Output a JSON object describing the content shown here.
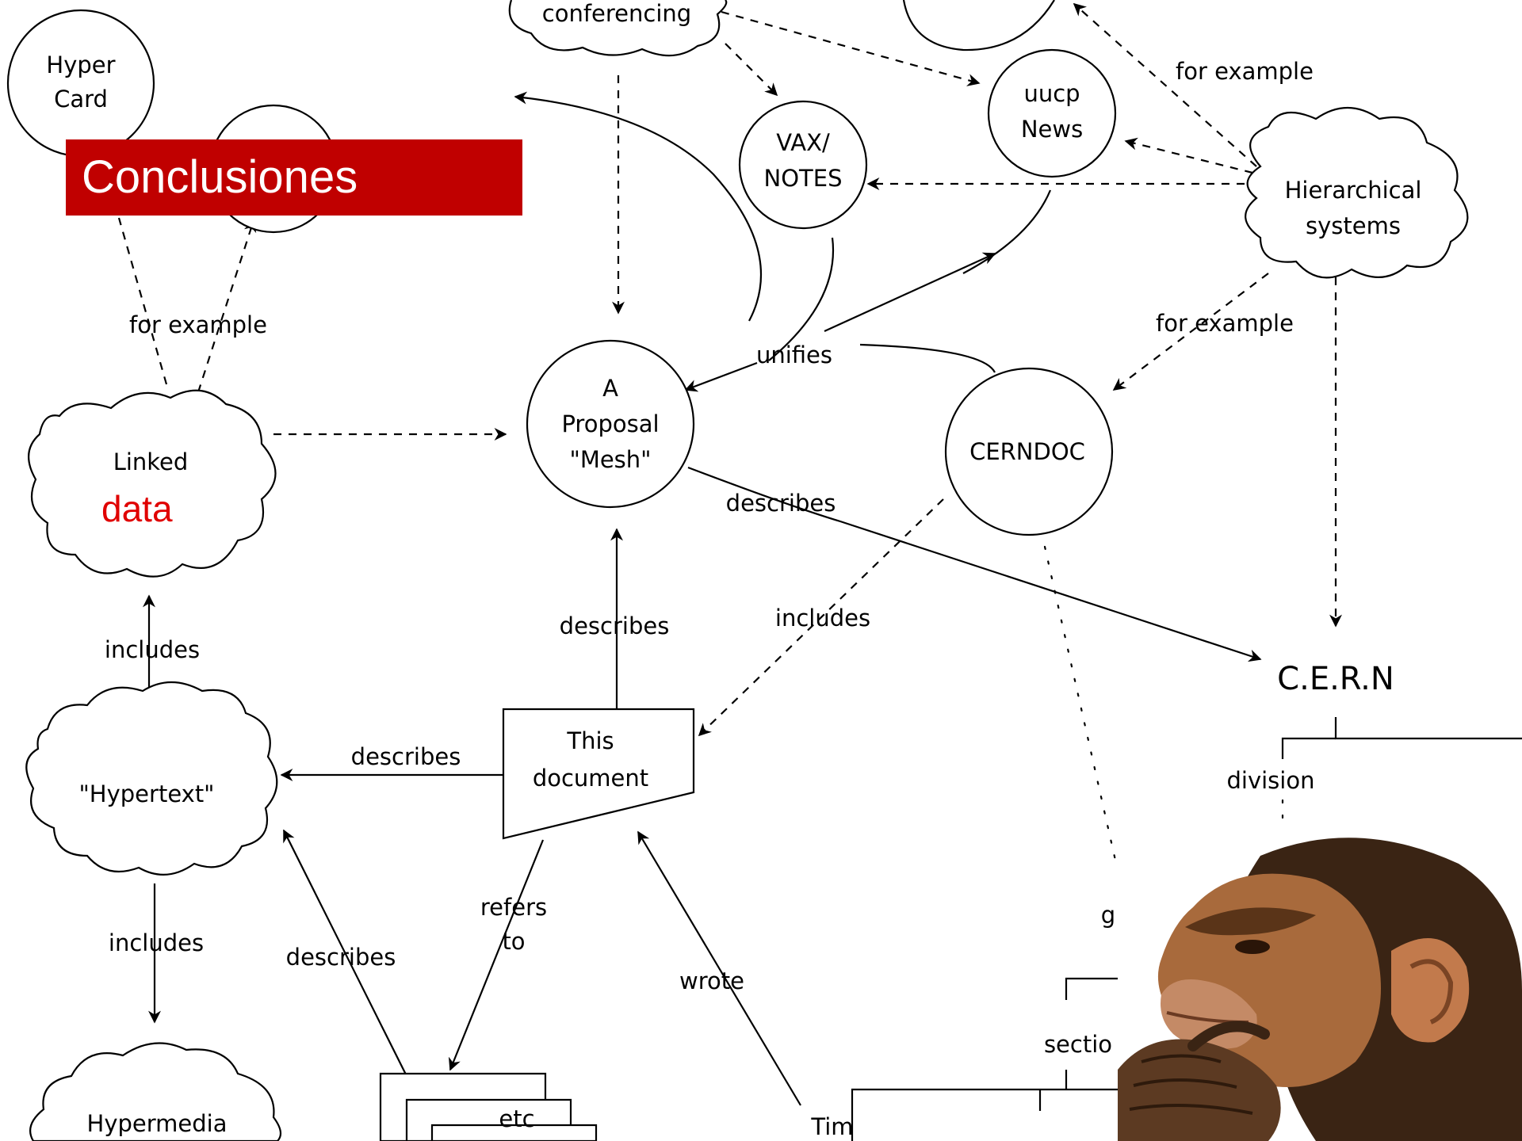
{
  "title": "Conclusiones",
  "nodes": {
    "conferencing": "conferencing",
    "hypercard": [
      "Hyper",
      "Card"
    ],
    "vax_notes": [
      "VAX/",
      "NOTES"
    ],
    "uucp_news": [
      "uucp",
      "News"
    ],
    "hierarchical": [
      "Hierarchical",
      "systems"
    ],
    "proposal": [
      "A",
      "Proposal",
      "\"Mesh\""
    ],
    "cerndoc": "CERNDOC",
    "linked": "Linked",
    "linked_overlay": "data",
    "hypertext": "\"Hypertext\"",
    "hypermedia": "Hypermedia",
    "this_document": [
      "This",
      "document"
    ],
    "cern": "C.E.R.N",
    "tim": "Tim",
    "etc": "etc",
    "division": "division",
    "section": "sectio",
    "g_fragment": "g"
  },
  "edge_labels": {
    "for_example_top_right": "for example",
    "for_example_left": "for example",
    "for_example_right": "for example",
    "unifies": "unifies",
    "describes_proposal_cern": "describes",
    "describes_doc_proposal": "describes",
    "includes_cerndoc": "includes",
    "includes_linked": "includes",
    "describes_doc_hypertext": "describes",
    "includes_hypermedia": "includes",
    "describes_etc_hypertext": "describes",
    "refers": "refers",
    "to": "to",
    "wrote": "wrote"
  },
  "colors": {
    "banner": "#c00000",
    "banner_text": "#ffffff",
    "overlay_text": "#e00000",
    "ink": "#000000"
  },
  "image": "thinking-chimpanzee"
}
